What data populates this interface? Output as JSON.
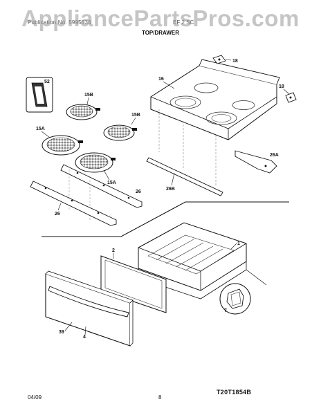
{
  "header": {
    "publication": "Publication No. 5995536",
    "model": "EF 2 SC"
  },
  "watermark": "AppliancePartsPros.com",
  "section_title": "TOP/DRAWER",
  "callouts": {
    "c52": "52",
    "c18a": "18",
    "c18b": "18",
    "c16": "16",
    "c15b_a": "15B",
    "c15b_b": "15B",
    "c15a_a": "15A",
    "c15a_b": "15A",
    "c26_right": "26",
    "c26_left": "26",
    "c26a": "26A",
    "c26b": "26B",
    "c1": "1",
    "c2": "2",
    "c7": "7",
    "c39": "39",
    "c4": "4"
  },
  "diagram_ref": "T20T1854B",
  "footer": {
    "date": "04/09",
    "page": "8"
  }
}
